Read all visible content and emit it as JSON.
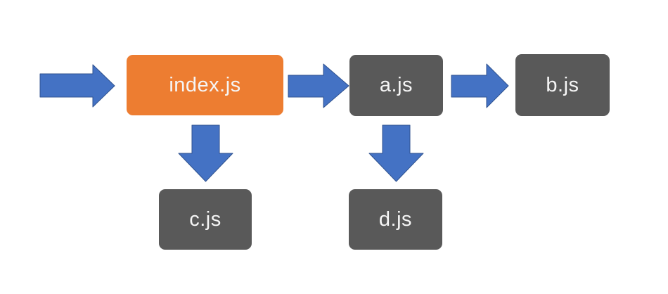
{
  "colors": {
    "background": "#FFFFFF",
    "entry_fill": "#ED7D31",
    "module_fill": "#595959",
    "node_text": "#F5F5F5",
    "arrow_fill": "#4472C4",
    "arrow_stroke": "#2F528F"
  },
  "diagram": {
    "type": "flowchart",
    "nodes": [
      {
        "id": "index",
        "label": "index.js",
        "role": "entry"
      },
      {
        "id": "a",
        "label": "a.js",
        "role": "module"
      },
      {
        "id": "b",
        "label": "b.js",
        "role": "module"
      },
      {
        "id": "c",
        "label": "c.js",
        "role": "module"
      },
      {
        "id": "d",
        "label": "d.js",
        "role": "module"
      }
    ],
    "edges": [
      {
        "from": "start",
        "to": "index.js",
        "direction": "right"
      },
      {
        "from": "index.js",
        "to": "a.js",
        "direction": "right"
      },
      {
        "from": "a.js",
        "to": "b.js",
        "direction": "right"
      },
      {
        "from": "index.js",
        "to": "c.js",
        "direction": "down"
      },
      {
        "from": "a.js",
        "to": "d.js",
        "direction": "down"
      }
    ]
  }
}
